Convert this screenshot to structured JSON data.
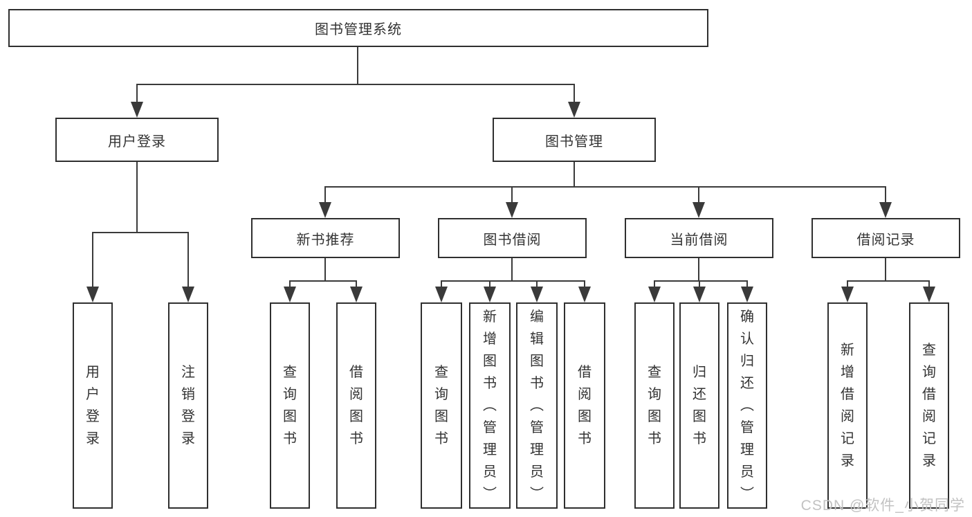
{
  "diagram": {
    "root": "图书管理系统",
    "level2": [
      "用户登录",
      "图书管理"
    ],
    "level3": [
      "新书推荐",
      "图书借阅",
      "当前借阅",
      "借阅记录"
    ],
    "leaves": {
      "user_login": [
        "用户登录",
        "注销登录"
      ],
      "new_books": [
        "查询图书",
        "借阅图书"
      ],
      "book_borrow": [
        "查询图书",
        "新增图书（管理员）",
        "编辑图书（管理员）",
        "借阅图书"
      ],
      "current_borrow": [
        "查询图书",
        "归还图书",
        "确认归还（管理员）"
      ],
      "borrow_records": [
        "新增借阅记录",
        "查询借阅记录"
      ]
    }
  },
  "watermark": {
    "text": "CSDN @软件_小贺同学"
  },
  "colors": {
    "line": "#3a3a3a",
    "border": "#2f2f2f",
    "text": "#333333",
    "bg": "#ffffff",
    "watermark": "#c2c2c2"
  }
}
